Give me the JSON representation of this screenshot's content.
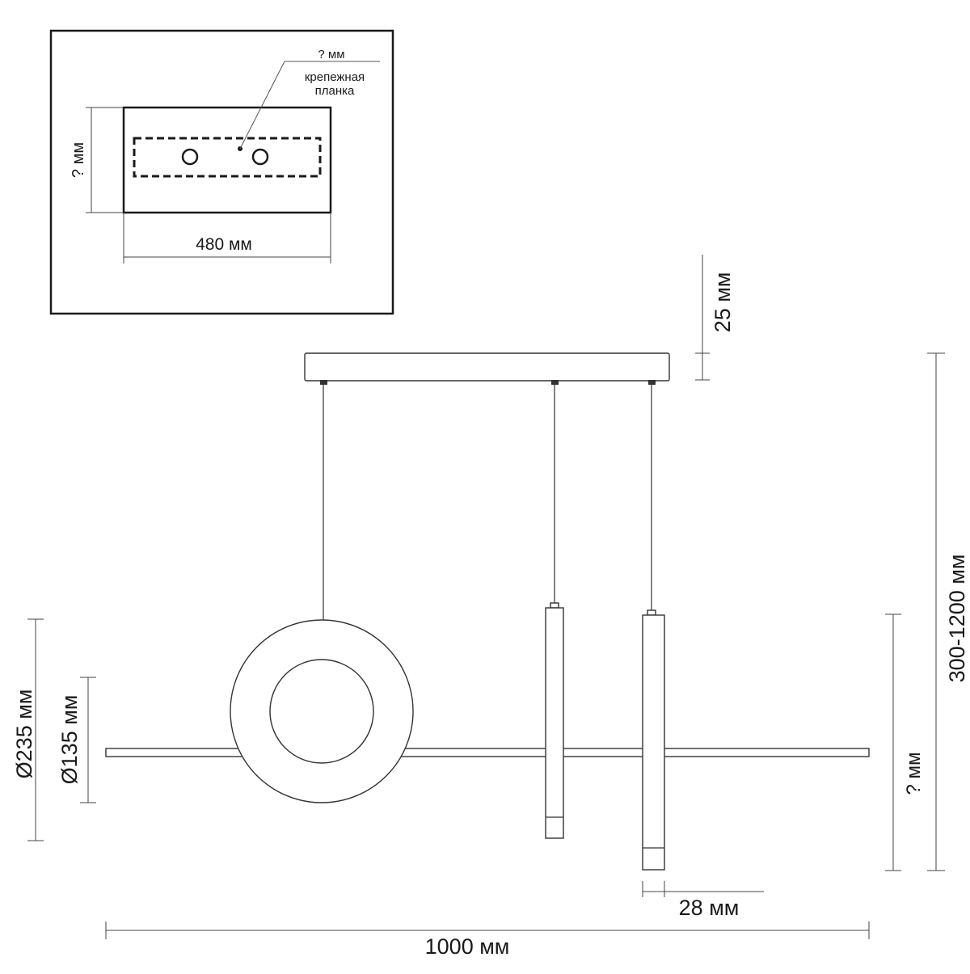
{
  "inset": {
    "bracket_depth_label": "? мм",
    "bracket_name_line1": "крепежная",
    "bracket_name_line2": "планка",
    "canopy_height_label": "? мм",
    "canopy_width_label": "480 мм"
  },
  "main": {
    "canopy_thickness_label": "25 мм",
    "total_height_label": "300-1200 мм",
    "lower_height_label": "? мм",
    "outer_ring_label": "Ø235 мм",
    "inner_ring_label": "Ø135 мм",
    "tube_width_label": "28 мм",
    "total_width_label": "1000 мм"
  },
  "colors": {
    "line": "#1a1a1a",
    "background": "#ffffff"
  }
}
